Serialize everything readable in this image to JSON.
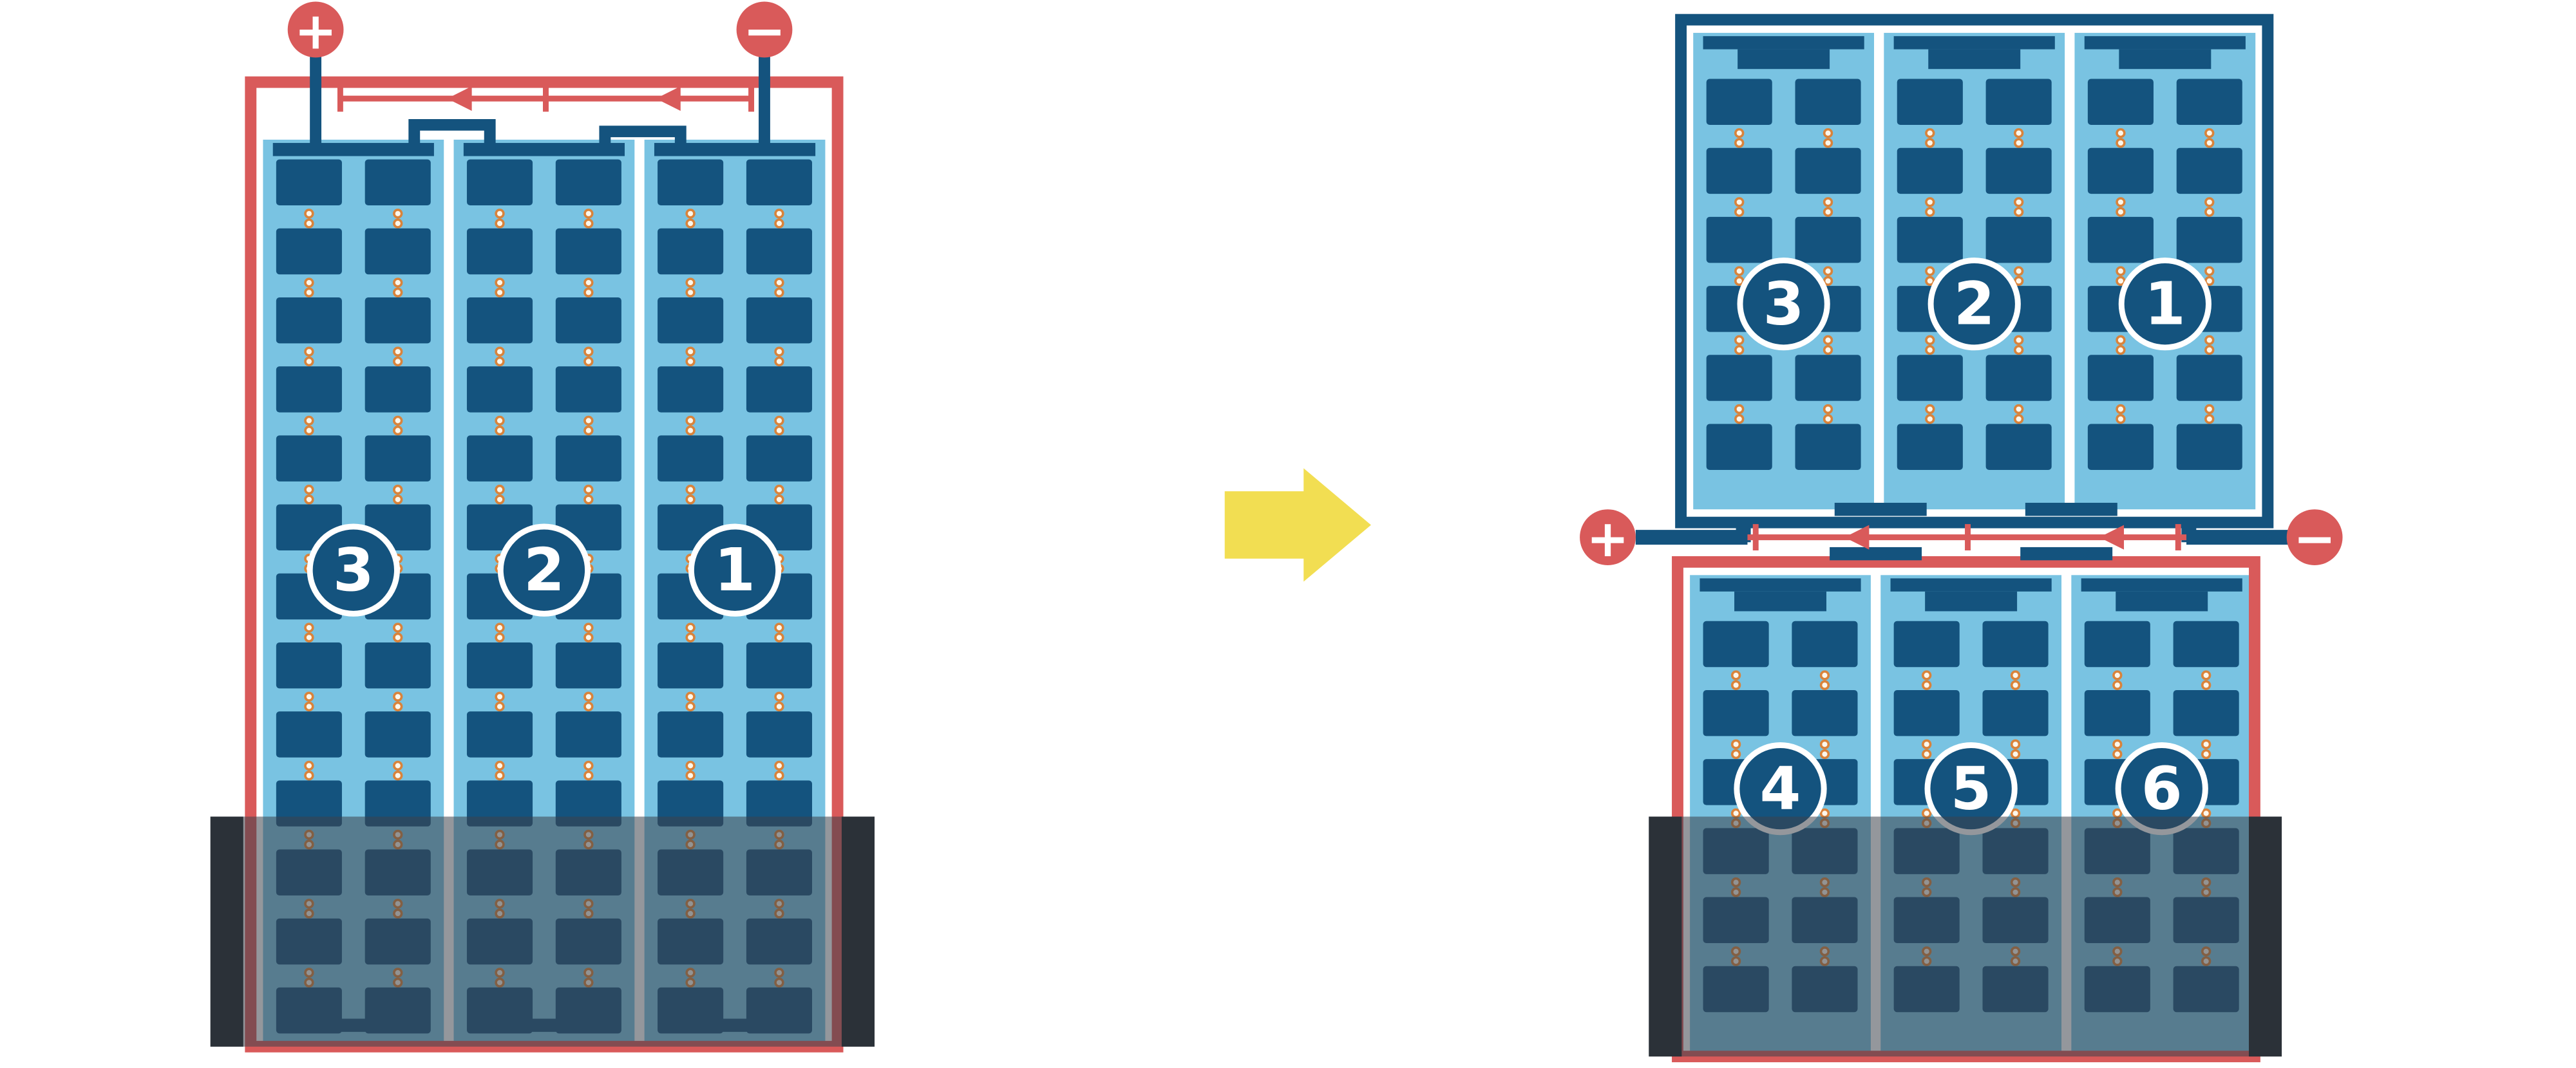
{
  "diagram": {
    "type": "solar-panel-string-wiring-comparison",
    "left": {
      "panel_labels": [
        "3",
        "2",
        "1"
      ],
      "terminal_positive": "+",
      "terminal_negative": "−"
    },
    "right": {
      "top_panel_labels": [
        "3",
        "2",
        "1"
      ],
      "bottom_panel_labels": [
        "4",
        "5",
        "6"
      ],
      "terminal_positive": "+",
      "terminal_negative": "−"
    },
    "colors": {
      "panel_light_blue": "#79C3E2",
      "cell_navy": "#14537E",
      "wiring_red": "#D95A5A",
      "terminal_red": "#D95A5A",
      "dot_orange": "#D9833B",
      "shade_overlay": "rgba(60,66,74,0.55)",
      "shade_bar": "#2B3138",
      "arrow_yellow": "#F2DE52"
    }
  }
}
